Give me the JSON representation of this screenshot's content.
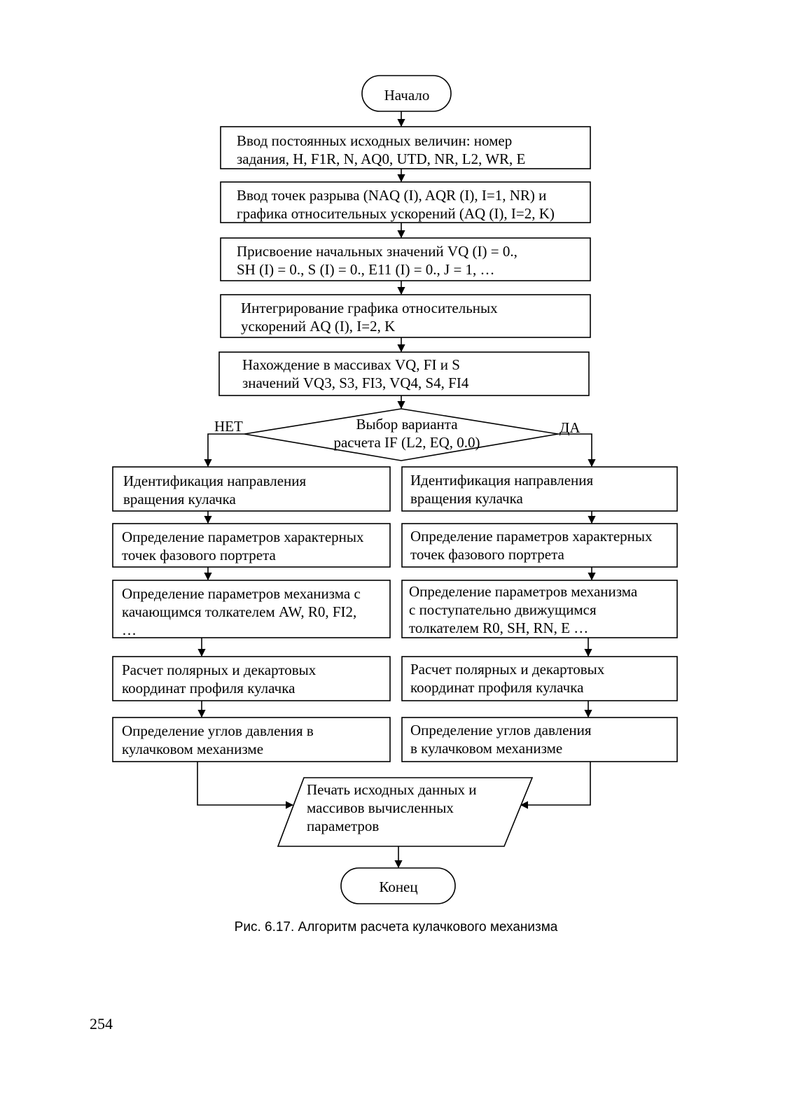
{
  "nodes": {
    "start": {
      "lines": [
        "Начало"
      ]
    },
    "input_constants": {
      "lines": [
        "Ввод постоянных исходных величин: номер",
        "задания, H, F1R, N, AQ0, UTD, NR, L2, WR, E"
      ]
    },
    "input_breakpoints": {
      "lines": [
        "Ввод точек разрыва (NAQ (I), AQR (I), I=1, NR) и",
        "графика относительных ускорений (AQ (I), I=2, K)"
      ]
    },
    "init_values": {
      "lines": [
        "Присвоение начальных значений VQ (I) = 0.,",
        "SH (I) = 0., S (I) = 0., E11 (I) = 0., J = 1, …"
      ]
    },
    "integrate": {
      "lines": [
        "Интегрирование графика относительных",
        "ускорений AQ (I), I=2, K"
      ]
    },
    "find_values": {
      "lines": [
        "Нахождение в массивах VQ, FI и S",
        "значений VQ3, S3, FI3, VQ4, S4, FI4"
      ]
    },
    "decision": {
      "lines": [
        "Выбор варианта",
        "расчета IF (L2, EQ, 0.0)"
      ],
      "no_label": "НЕТ",
      "yes_label": "ДА"
    },
    "left_identify": {
      "lines": [
        "Идентификация направления",
        "вращения кулачка"
      ]
    },
    "left_phase": {
      "lines": [
        "Определение параметров характерных",
        "точек фазового портрета"
      ]
    },
    "left_mechanism": {
      "lines": [
        "Определение параметров механизма с",
        "качающимся толкателем AW, R0, FI2,",
        "…"
      ]
    },
    "left_coords": {
      "lines": [
        "Расчет полярных и декартовых",
        "координат профиля кулачка"
      ]
    },
    "left_angles": {
      "lines": [
        "Определение углов давления в",
        "кулачковом механизме"
      ]
    },
    "right_identify": {
      "lines": [
        "Идентификация направления",
        "вращения  кулачка"
      ]
    },
    "right_phase": {
      "lines": [
        "Определение параметров характерных",
        "точек фазового портрета"
      ]
    },
    "right_mechanism": {
      "lines": [
        "Определение параметров механизма",
        "с поступательно движущимся",
        "толкателем   R0, SH, RN, E …"
      ]
    },
    "right_coords": {
      "lines": [
        "Расчет полярных и декартовых",
        "координат профиля кулачка"
      ]
    },
    "right_angles": {
      "lines": [
        "Определение углов давления",
        "в кулачковом механизме"
      ]
    },
    "print": {
      "lines": [
        "Печать исходных данных и",
        "массивов вычисленных",
        "параметров"
      ]
    },
    "end": {
      "lines": [
        "Конец"
      ]
    }
  },
  "caption": "Рис. 6.17. Алгоритм расчета кулачкового механизма",
  "page_number": "254"
}
